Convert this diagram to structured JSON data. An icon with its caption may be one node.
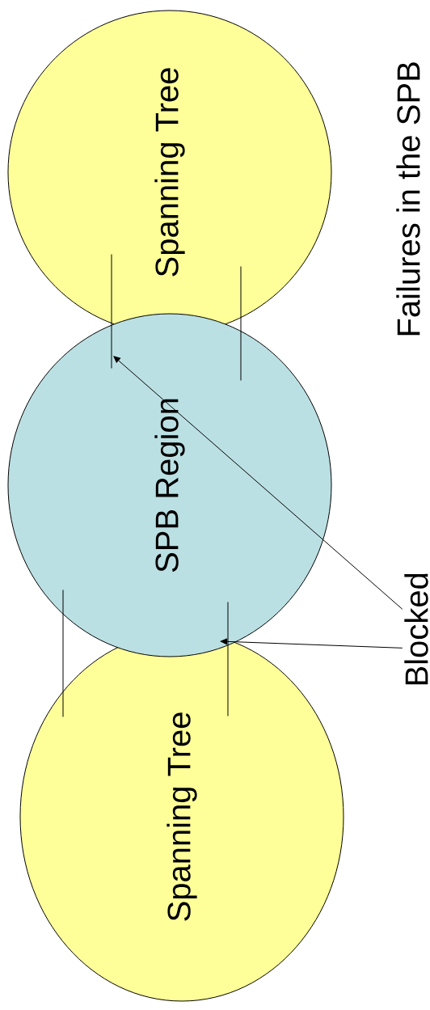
{
  "diagram": {
    "title": "Failures in the SPB",
    "nodes": [
      {
        "text": [
          "Spanning Tree"
        ]
      },
      {
        "text": [
          "SPB Region"
        ]
      },
      {
        "text": [
          "Spanning Tree"
        ]
      },
      {
        "text": [
          "Blocked"
        ]
      },
      {
        "text": [],
        "shape": "bar"
      },
      {
        "text": [],
        "shape": "bar"
      },
      {
        "text": [],
        "shape": "bar"
      },
      {
        "text": [],
        "shape": "bar"
      }
    ],
    "edges": [
      {
        "from": 3,
        "to": 4,
        "arrow": "to"
      },
      {
        "from": 3,
        "to": 7,
        "arrow": "to"
      }
    ]
  }
}
